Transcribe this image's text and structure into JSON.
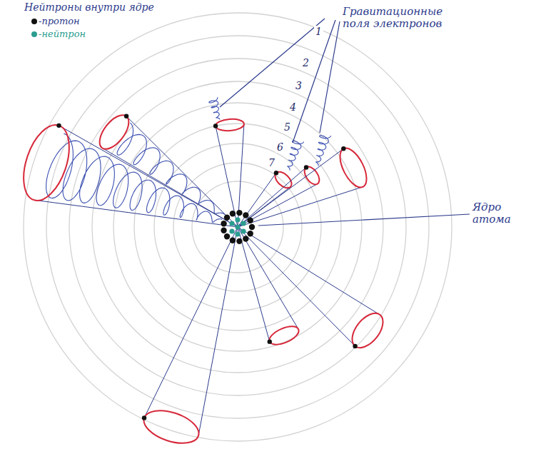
{
  "diagram": {
    "title": "Нейтроны внутри ядре",
    "labels": [
      "Гравитационные поля электронов",
      "1",
      "2",
      "3",
      "4",
      "5",
      "6",
      "7",
      "Ядро атома"
    ],
    "legend": [
      {
        "text": "-протон",
        "color": "#111111"
      },
      {
        "text": "-нейтрон",
        "color": "#2a9d8f"
      }
    ]
  }
}
